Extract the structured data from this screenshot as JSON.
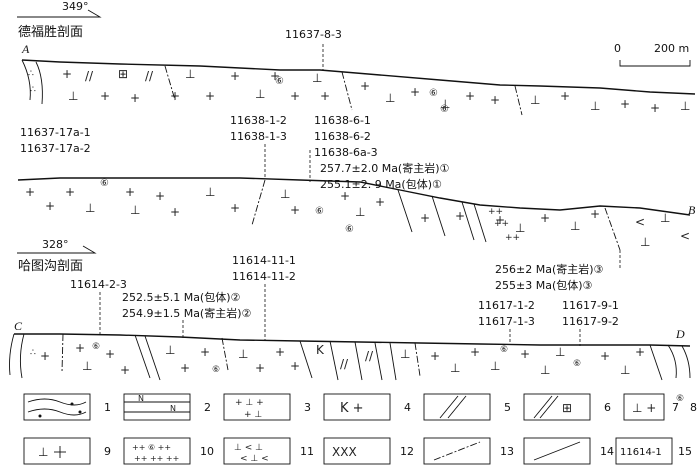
{
  "profile1": {
    "bearing": "349°",
    "name": "德福胜剖面",
    "start_label": "A",
    "end_label": "B"
  },
  "profile2": {
    "bearing": "328°",
    "name": "哈图沟剖面",
    "start_label": "C",
    "end_label": "D"
  },
  "scale_bar": {
    "zero": "0",
    "length": "200 m"
  },
  "samples": {
    "s1": "11637-8-3",
    "s2a": "11637-17a-1",
    "s2b": "11637-17a-2",
    "s3a": "11638-1-2",
    "s3b": "11638-1-3",
    "s4a": "11638-6-1",
    "s4b": "11638-6-2",
    "s4c": "11638-6a-3",
    "s5": "11614-2-3",
    "s6a": "11614-11-1",
    "s6b": "11614-11-2",
    "s7a": "11617-1-2",
    "s7b": "11617-1-3",
    "s8a": "11617-9-1",
    "s8b": "11617-9-2"
  },
  "ages": {
    "a1": "257.7±2.0 Ma(寄主岩)①",
    "a2": "255.1±2. 9 Ma(包体)①",
    "a3": "252.5±5.1 Ma(包体)②",
    "a4": "254.9±1.5 Ma(寄主岩)②",
    "a5": "256±2 Ma(寄主岩)③",
    "a6": "255±3 Ma(包体)③"
  },
  "legend": {
    "n1": "1",
    "n2": "2",
    "n3": "3",
    "n4": "4",
    "n5": "5",
    "n6": "6",
    "n7": "7",
    "n8": "8",
    "n9": "9",
    "n10": "10",
    "n11": "11",
    "n12": "12",
    "n13": "13",
    "n14": "14",
    "n15": "15",
    "sample_example": "11614-1"
  }
}
